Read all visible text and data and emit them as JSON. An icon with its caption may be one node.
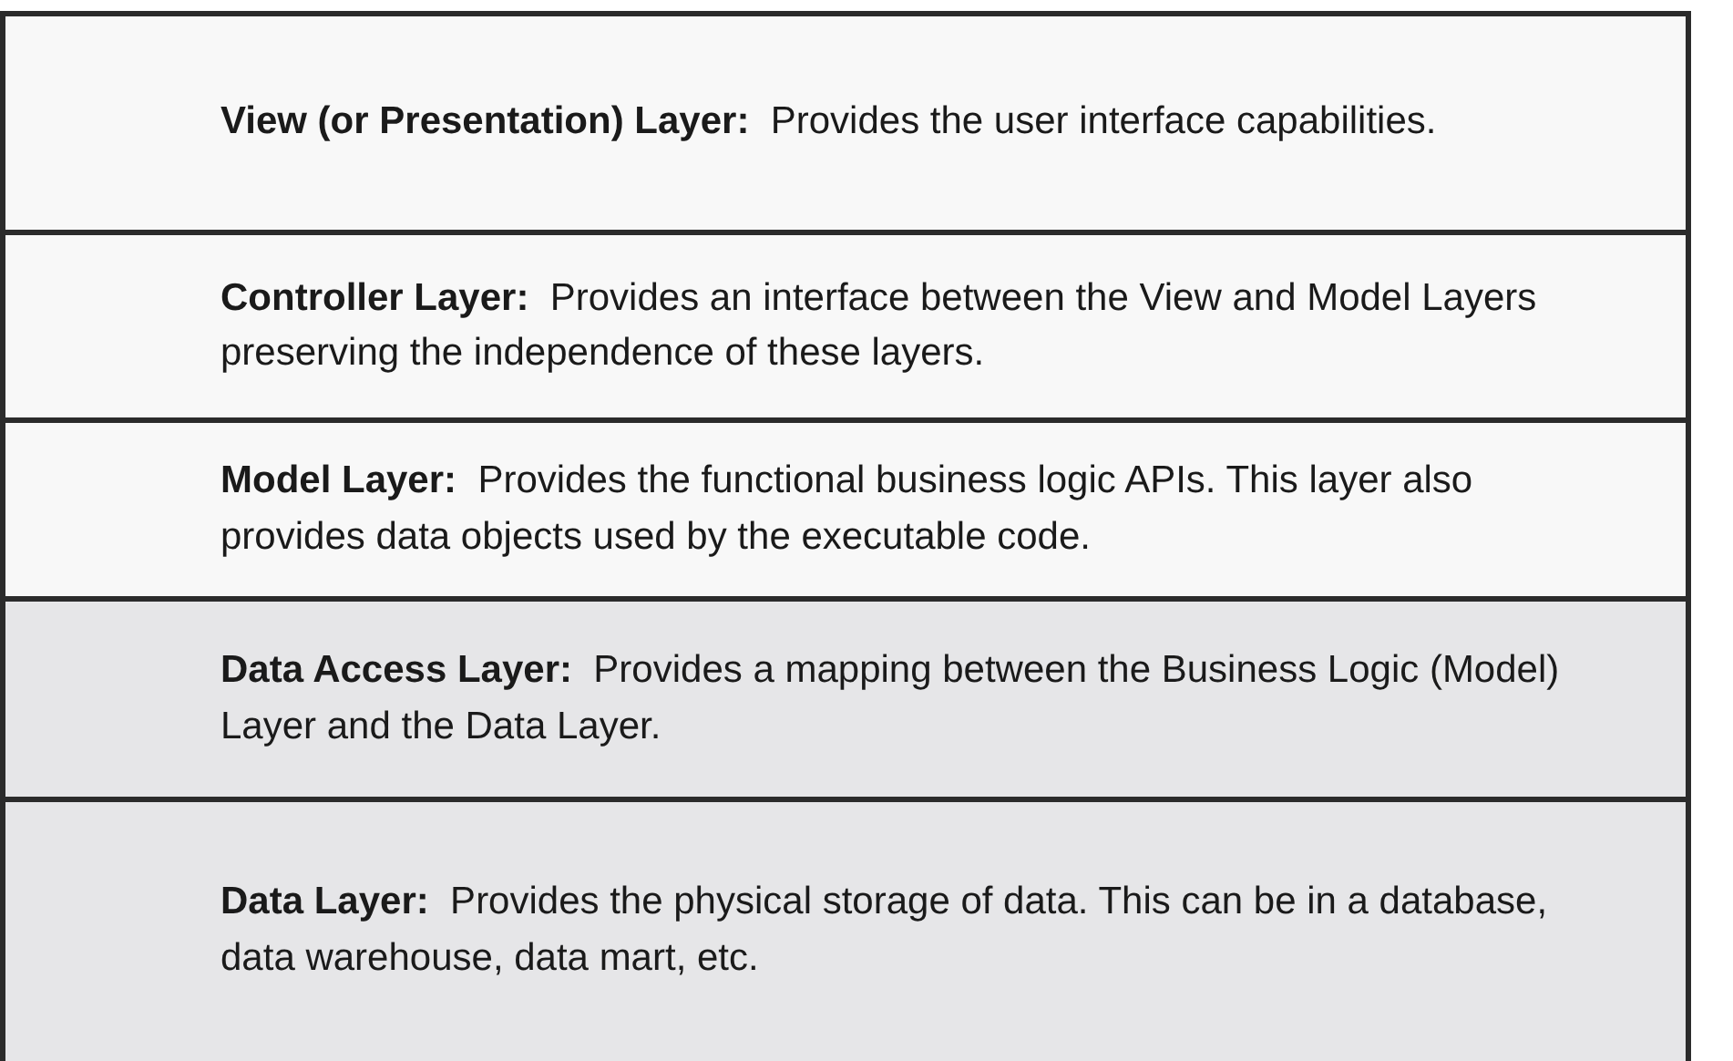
{
  "diagram": {
    "nodes": [
      {
        "text": [
          "**View (or Presentation) Layer:**  Provides the user interface capabilities."
        ]
      },
      {
        "text": [
          "**Controller Layer:**  Provides an interface between the View and Model Layers preserving the independence of these layers."
        ]
      },
      {
        "text": [
          "**Model Layer:**  Provides the functional business logic APIs. This layer also provides data objects used by the executable code."
        ]
      },
      {
        "text": [
          "**Data Access Layer:**  Provides a mapping between the Business Logic (Model) Layer and the Data Layer."
        ]
      },
      {
        "text": [
          "**Data Layer:**  Provides the physical storage of data. This can be in a database, data warehouse, data mart, etc."
        ]
      }
    ]
  }
}
